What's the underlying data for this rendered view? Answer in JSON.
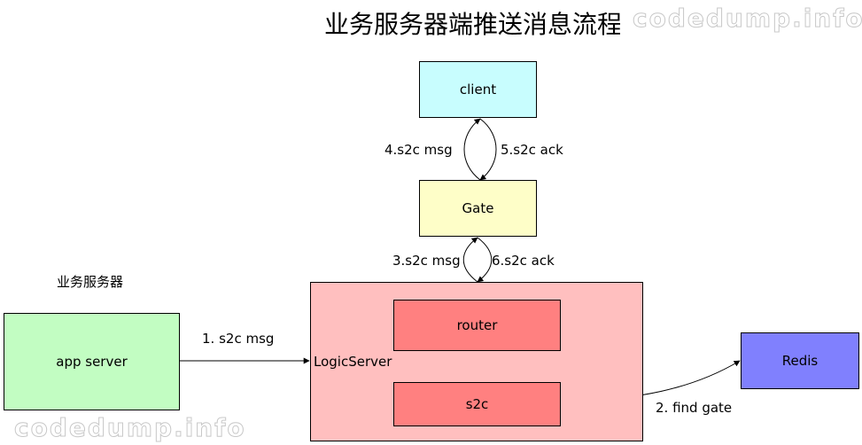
{
  "title": "业务服务器端推送消息流程",
  "watermark": "codedump.info",
  "group_label": "业务服务器",
  "nodes": {
    "client": "client",
    "gate": "Gate",
    "logic_server": "LogicServer",
    "router": "router",
    "s2c": "s2c",
    "app_server": "app server",
    "redis": "Redis"
  },
  "edges": {
    "step1": "1. s2c msg",
    "step2": "2. find gate",
    "step3": "3.s2c msg",
    "step4": "4.s2c msg",
    "step5": "5.s2c ack",
    "step6": "6.s2c ack"
  },
  "colors": {
    "client": "#c8fdfe",
    "gate": "#fefec8",
    "logic_server": "#ffbfbf",
    "router_s2c": "#ff8080",
    "app_server": "#c2fdc2",
    "redis": "#8080fe"
  }
}
